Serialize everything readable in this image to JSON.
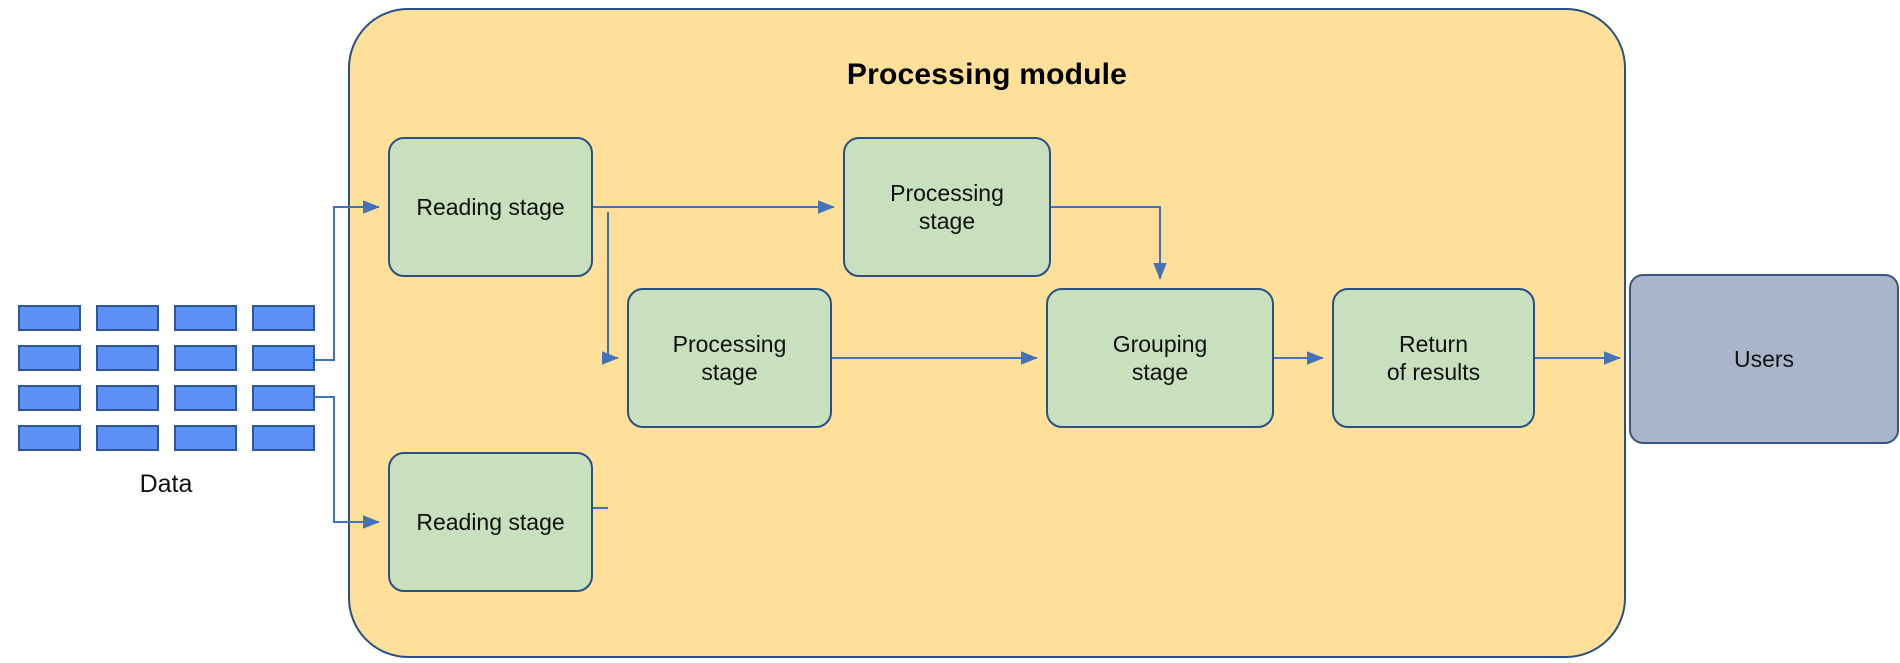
{
  "diagram": {
    "title_bold": "Processing module",
    "background_color": "#ffffff",
    "module_fill": "#ffe09a",
    "module_stroke": "#2a4f84",
    "stage_fill": "#c8e0bd",
    "stage_stroke": "#2a4f84",
    "users_fill": "#aab5cc",
    "users_stroke": "#3b5580",
    "data_cell_fill": "#5b90f7",
    "data_cell_stroke": "#31578f",
    "edge_stroke": "#4472b8"
  },
  "data_source": {
    "label": "Data",
    "rows": 4,
    "columns": 4,
    "cells": [
      "cell-1-1",
      "cell-1-2",
      "cell-1-3",
      "cell-1-4",
      "cell-2-1",
      "cell-2-2",
      "cell-2-3",
      "cell-2-4",
      "cell-3-1",
      "cell-3-2",
      "cell-3-3",
      "cell-3-4",
      "cell-4-1",
      "cell-4-2",
      "cell-4-3",
      "cell-4-4"
    ]
  },
  "nodes": {
    "reading_stage_top": "Reading stage",
    "reading_stage_bottom": "Reading stage",
    "processing_stage_top": "Processing\nstage",
    "processing_stage_top_line1": "Processing",
    "processing_stage_top_line2": "stage",
    "processing_stage_mid_line1": "Processing",
    "processing_stage_mid_line2": "stage",
    "grouping_stage_line1": "Grouping",
    "grouping_stage_line2": "stage",
    "return_of_results_line1": "Return",
    "return_of_results_line2": "of results",
    "users": "Users"
  },
  "edges": [
    {
      "name": "data-to-reading-top",
      "from": "Data",
      "to": "Reading stage (top)"
    },
    {
      "name": "data-to-reading-bottom",
      "from": "Data",
      "to": "Reading stage (bottom)"
    },
    {
      "name": "reading-top-to-processing-top",
      "from": "Reading stage (top)",
      "to": "Processing stage (top)"
    },
    {
      "name": "reading-top-to-processing-mid",
      "from": "Reading stage (top)",
      "to": "Processing stage (mid)"
    },
    {
      "name": "reading-bottom-to-processing-mid",
      "from": "Reading stage (bottom)",
      "to": "Processing stage (mid)"
    },
    {
      "name": "processing-top-to-grouping",
      "from": "Processing stage (top)",
      "to": "Grouping stage"
    },
    {
      "name": "processing-mid-to-grouping",
      "from": "Processing stage (mid)",
      "to": "Grouping stage"
    },
    {
      "name": "grouping-to-return",
      "from": "Grouping stage",
      "to": "Return of results"
    },
    {
      "name": "return-to-users",
      "from": "Return of results",
      "to": "Users"
    }
  ]
}
